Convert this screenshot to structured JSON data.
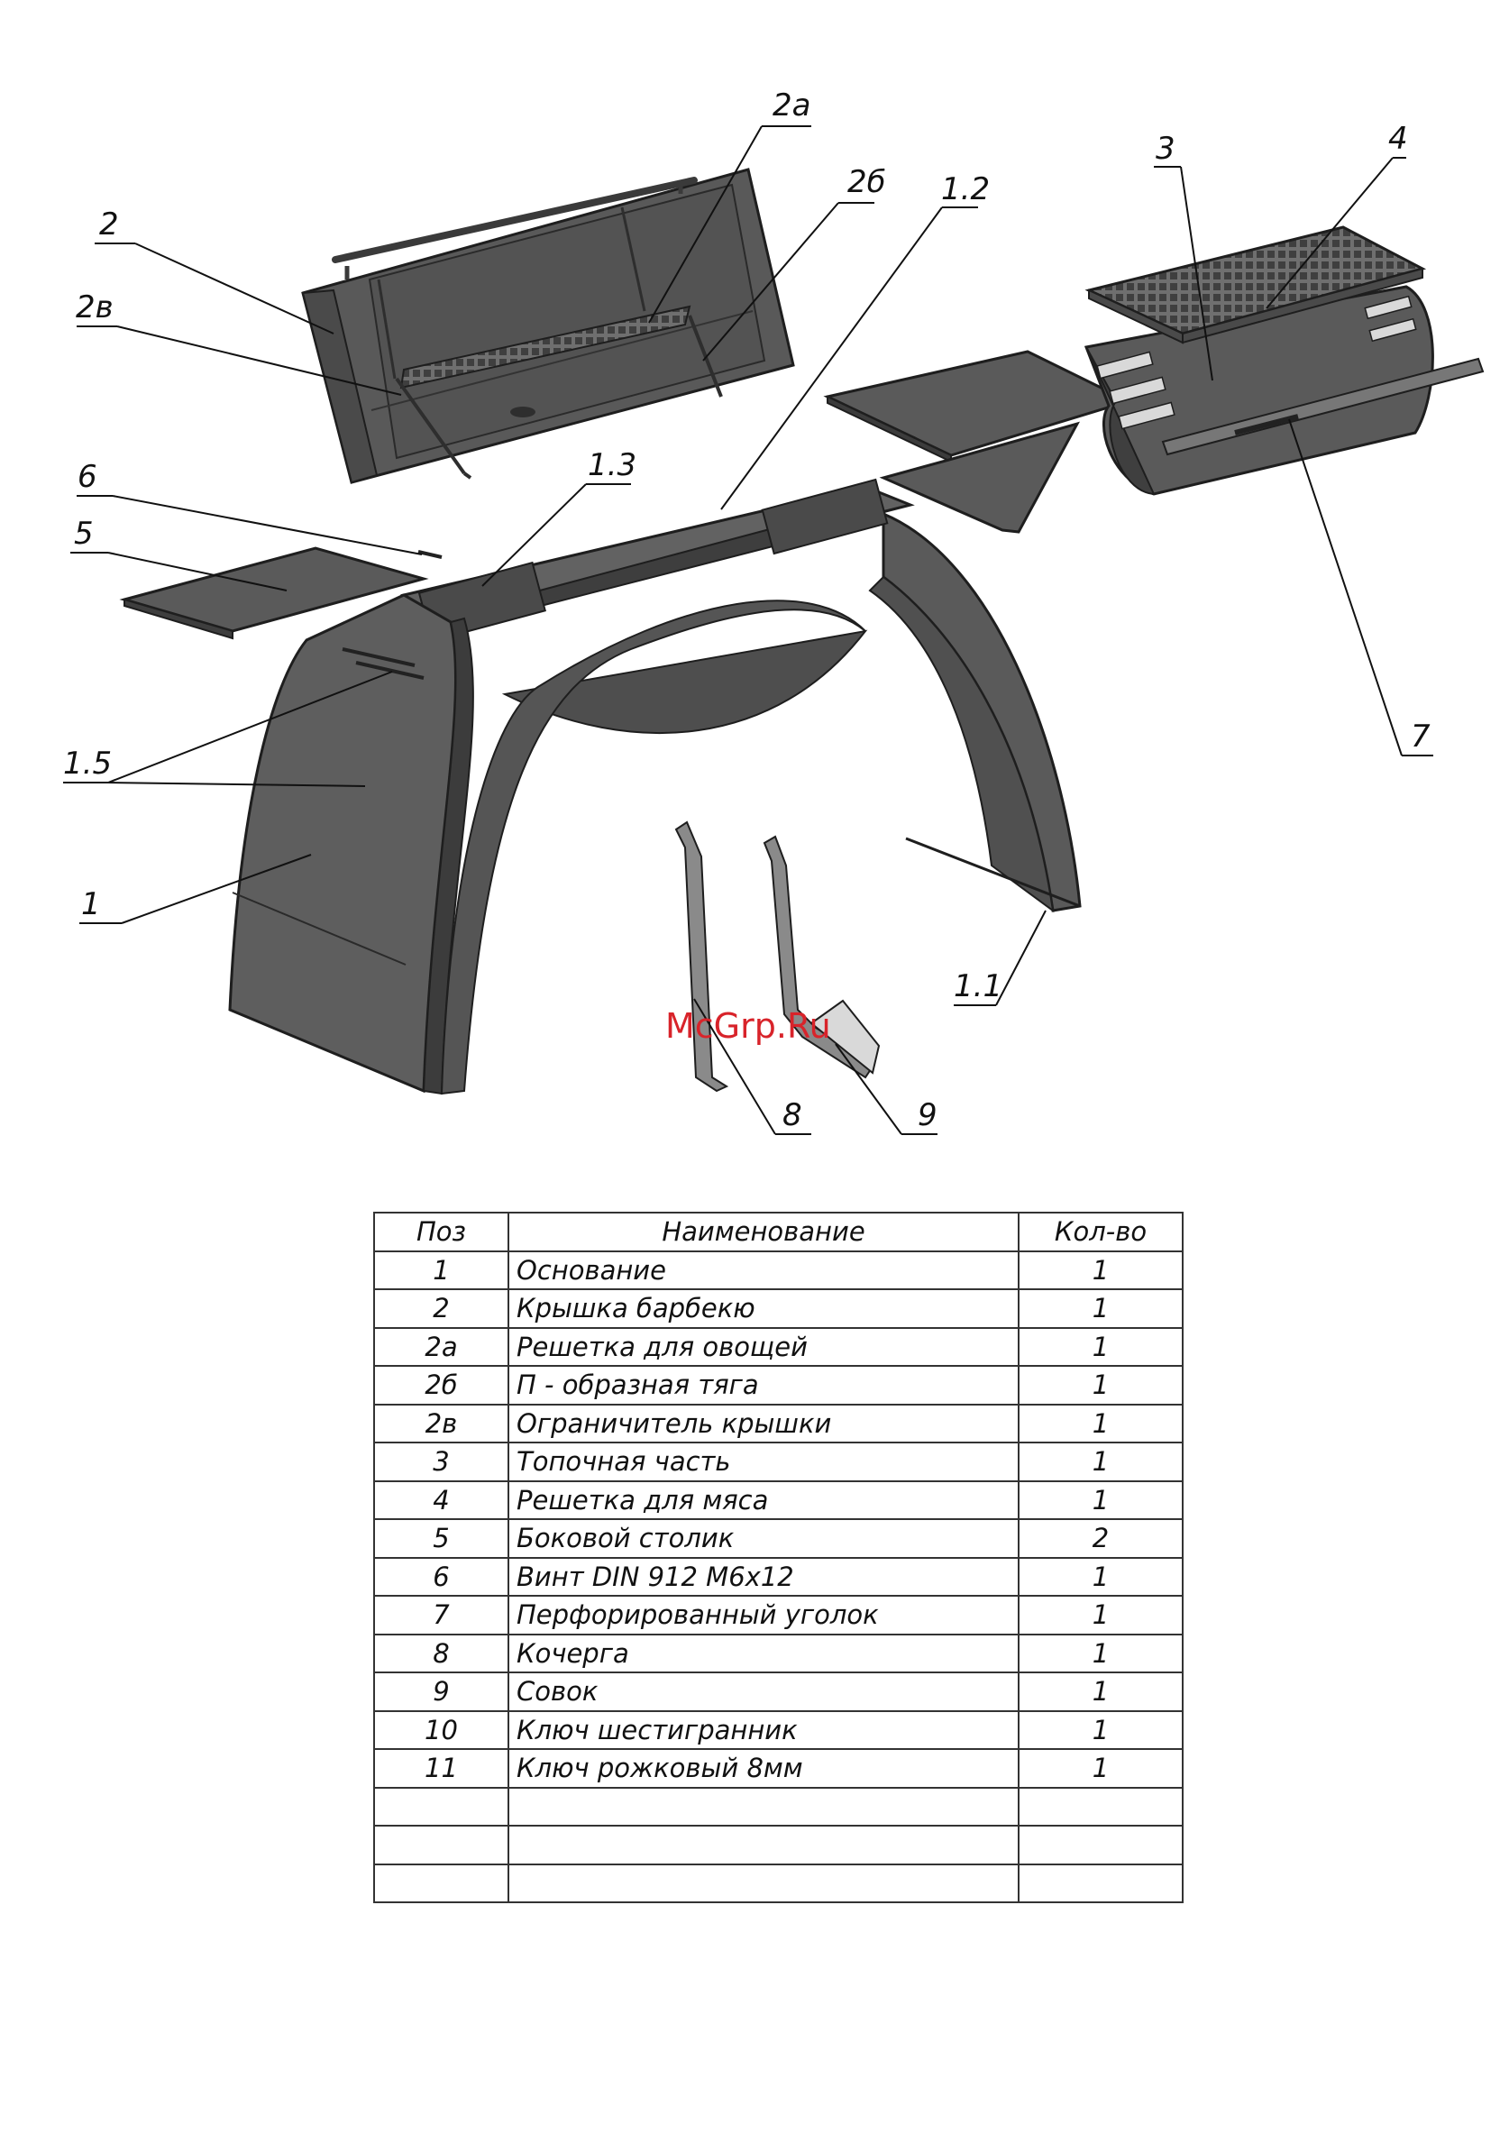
{
  "drawing": {
    "callouts": [
      "2а",
      "2б",
      "1.2",
      "2",
      "2в",
      "3",
      "4",
      "6",
      "1.3",
      "5",
      "1.5",
      "1",
      "7",
      "1.1",
      "8",
      "9"
    ],
    "watermark": "McGrp.Ru"
  },
  "parts_table": {
    "headers": {
      "pos": "Поз",
      "name": "Наименование",
      "qty": "Кол-во"
    },
    "rows": [
      {
        "pos": "1",
        "name": "Основание",
        "qty": "1"
      },
      {
        "pos": "2",
        "name": "Крышка барбекю",
        "qty": "1"
      },
      {
        "pos": "2а",
        "name": "Решетка для овощей",
        "qty": "1"
      },
      {
        "pos": "2б",
        "name": "П - образная тяга",
        "qty": "1"
      },
      {
        "pos": "2в",
        "name": "Ограничитель крышки",
        "qty": "1"
      },
      {
        "pos": "3",
        "name": "Топочная часть",
        "qty": "1"
      },
      {
        "pos": "4",
        "name": "Решетка для мяса",
        "qty": "1"
      },
      {
        "pos": "5",
        "name": "Боковой столик",
        "qty": "2"
      },
      {
        "pos": "6",
        "name": "Винт DIN 912 М6х12",
        "qty": "1"
      },
      {
        "pos": "7",
        "name": "Перфорированный уголок",
        "qty": "1"
      },
      {
        "pos": "8",
        "name": "Кочерга",
        "qty": "1"
      },
      {
        "pos": "9",
        "name": "Совок",
        "qty": "1"
      },
      {
        "pos": "10",
        "name": "Ключ шестигранник",
        "qty": "1"
      },
      {
        "pos": "11",
        "name": "Ключ рожковый 8мм",
        "qty": "1"
      },
      {
        "pos": "",
        "name": "",
        "qty": ""
      },
      {
        "pos": "",
        "name": "",
        "qty": ""
      },
      {
        "pos": "",
        "name": "",
        "qty": ""
      }
    ]
  }
}
